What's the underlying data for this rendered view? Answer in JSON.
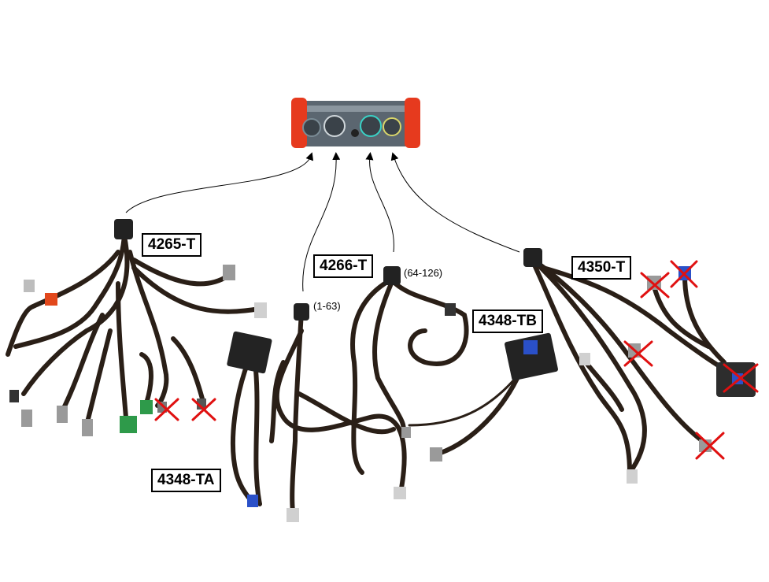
{
  "labels": {
    "harness_4265": "4265-T",
    "harness_4266": "4266-T",
    "harness_4348a": "4348-TA",
    "harness_4348b": "4348-TB",
    "harness_4350": "4350-T"
  },
  "ranges": {
    "range_low": "(1-63)",
    "range_high": "(64-126)"
  },
  "colors": {
    "cable": "#2a1f17",
    "device_body": "#5b6670",
    "device_bumper": "#e63a1e",
    "cross": "#e01010",
    "connector_grey": "#9a9a9a",
    "connector_green": "#2e9a4a",
    "connector_orange": "#e2481c",
    "connector_blue": "#2a50c8"
  },
  "icons": {
    "device": "data-acquisition-unit-icon",
    "cross": "excluded-connector-cross-icon"
  }
}
